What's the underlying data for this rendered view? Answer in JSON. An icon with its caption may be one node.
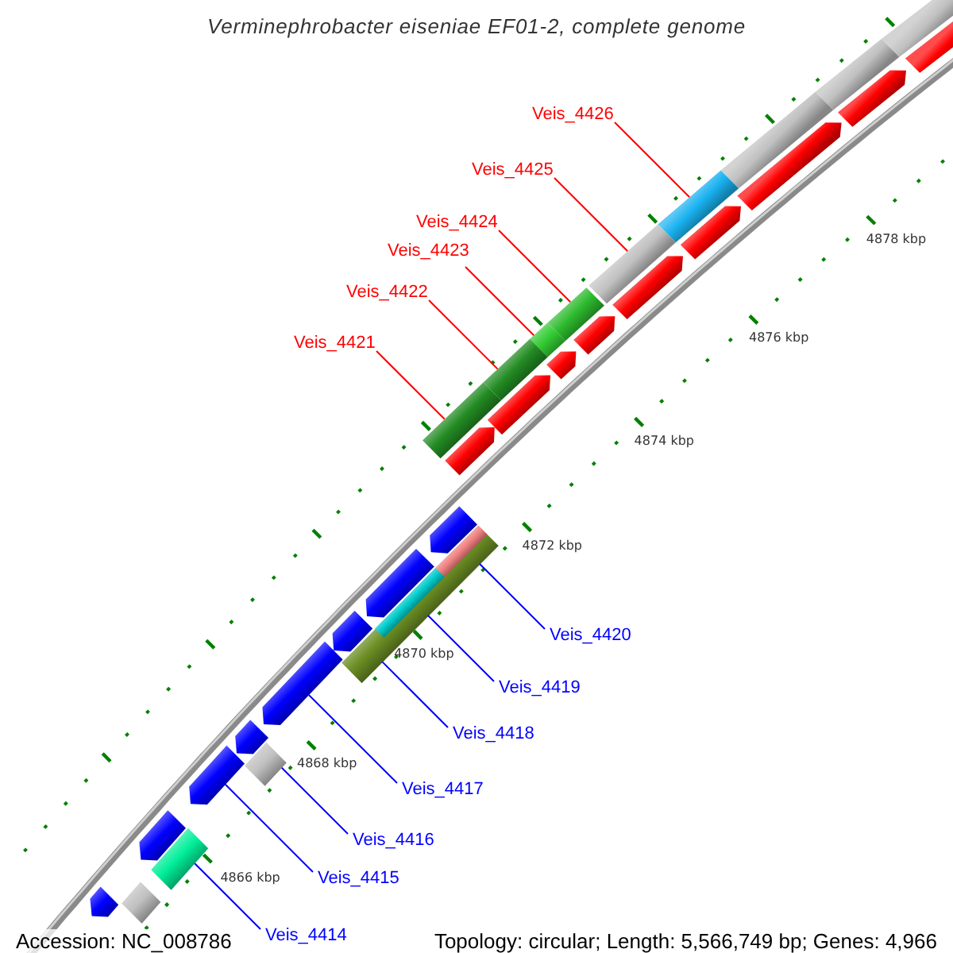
{
  "diagram": {
    "title": "Verminephrobacter eiseniae EF01-2, complete genome",
    "nodes": [
      {
        "text": [
          "Veis_4426"
        ]
      },
      {
        "text": [
          "Veis_4425"
        ]
      },
      {
        "text": [
          "Veis_4424"
        ]
      },
      {
        "text": [
          "Veis_4423"
        ]
      },
      {
        "text": [
          "Veis_4422"
        ]
      },
      {
        "text": [
          "Veis_4421"
        ]
      },
      {
        "text": [
          "Veis_4420"
        ]
      },
      {
        "text": [
          "Veis_4419"
        ]
      },
      {
        "text": [
          "Veis_4418"
        ]
      },
      {
        "text": [
          "Veis_4417"
        ]
      },
      {
        "text": [
          "Veis_4416"
        ]
      },
      {
        "text": [
          "Veis_4415"
        ]
      },
      {
        "text": [
          "Veis_4414"
        ]
      },
      {
        "text": [],
        "shape": "bar"
      },
      {
        "text": [],
        "shape": "pentagon"
      },
      {
        "text": [],
        "shape": "bar"
      },
      {
        "text": [],
        "shape": "pentagon"
      },
      {
        "text": [],
        "shape": "bar"
      },
      {
        "text": [],
        "shape": "pentagon"
      },
      {
        "text": [],
        "shape": "bar"
      },
      {
        "text": [],
        "shape": "pentagon"
      },
      {
        "text": [],
        "shape": "bar"
      },
      {
        "text": [],
        "shape": "pentagon"
      },
      {
        "text": [],
        "shape": "bar"
      },
      {
        "text": [],
        "shape": "pentagon"
      },
      {
        "text": [],
        "shape": "bar"
      },
      {
        "text": [],
        "shape": "pentagon"
      },
      {
        "text": [],
        "shape": "bar"
      },
      {
        "text": [],
        "shape": "pentagon"
      },
      {
        "text": [],
        "shape": "bar"
      },
      {
        "text": [],
        "shape": "pentagon"
      },
      {
        "text": [],
        "shape": "bar"
      },
      {
        "text": [],
        "shape": "bar",
        "in": 31
      },
      {
        "text": [],
        "shape": "bar",
        "in": 31
      },
      {
        "text": [],
        "shape": "pentagon"
      },
      {
        "text": [],
        "shape": "pentagon"
      },
      {
        "text": [],
        "shape": "pentagon"
      },
      {
        "text": [],
        "shape": "pentagon"
      },
      {
        "text": [],
        "shape": "bar"
      },
      {
        "text": [],
        "shape": "pentagon"
      },
      {
        "text": [],
        "shape": "pentagon"
      },
      {
        "text": [],
        "shape": "bar"
      },
      {
        "text": [],
        "shape": "pentagon"
      },
      {
        "text": [],
        "shape": "pentagon"
      },
      {
        "text": [],
        "shape": "bar"
      }
    ],
    "edges": [
      {
        "from": 0,
        "to": 19,
        "arrow": "none",
        "color": "#ff0000"
      },
      {
        "from": 1,
        "to": 21,
        "arrow": "none",
        "color": "#ff0000"
      },
      {
        "from": 2,
        "to": 23,
        "arrow": "none",
        "color": "#ff0000"
      },
      {
        "from": 3,
        "to": 25,
        "arrow": "none",
        "color": "#ff0000"
      },
      {
        "from": 4,
        "to": 27,
        "arrow": "none",
        "color": "#ff0000"
      },
      {
        "from": 5,
        "to": 29,
        "arrow": "none",
        "color": "#ff0000"
      },
      {
        "from": 6,
        "to": 32,
        "arrow": "none"
      },
      {
        "from": 7,
        "to": 33,
        "arrow": "none"
      },
      {
        "from": 8,
        "to": 31,
        "arrow": "none"
      },
      {
        "from": 9,
        "to": 37,
        "arrow": "none"
      },
      {
        "from": 10,
        "to": 38,
        "arrow": "none"
      },
      {
        "from": 11,
        "to": 40,
        "arrow": "none"
      },
      {
        "from": 12,
        "to": 41,
        "arrow": "none"
      }
    ],
    "labels": [
      "4878 kbp",
      "4876 kbp",
      "4874 kbp",
      "4872 kbp",
      "4870 kbp",
      "4868 kbp",
      "4866 kbp",
      "Accession: NC_008786",
      "Topology: circular; Length: 5,566,749 bp; Genes: 4,966"
    ]
  }
}
